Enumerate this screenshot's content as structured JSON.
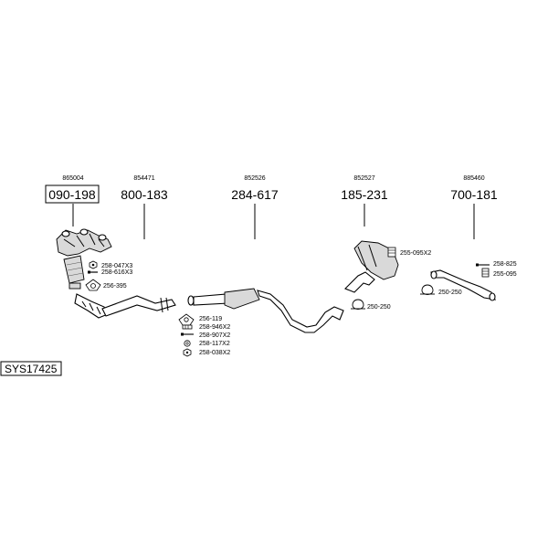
{
  "diagram_code": "SYS17425",
  "assemblies": [
    {
      "ref": "865004",
      "part": "090-198",
      "boxed": true
    },
    {
      "ref": "854471",
      "part": "800-183",
      "boxed": false
    },
    {
      "ref": "852526",
      "part": "284-617",
      "boxed": false
    },
    {
      "ref": "852527",
      "part": "185-231",
      "boxed": false
    },
    {
      "ref": "885460",
      "part": "700-181",
      "boxed": false
    }
  ],
  "accessories": {
    "manifold": [
      "258-047X3",
      "258-616X3",
      "256-395"
    ],
    "front_joint": [
      "256-119",
      "258-946X2",
      "258-907X2",
      "258-117X2",
      "258-038X2"
    ],
    "rear_silencer": [
      "255-095X2",
      "250-250"
    ],
    "tail": [
      "258-825",
      "255-095",
      "250-250"
    ]
  },
  "icons": {
    "nut": "hex-nut-icon",
    "bolt": "bolt-icon",
    "gasket": "gasket-ring-icon",
    "rubber": "rubber-mount-icon",
    "clamp": "clamp-icon",
    "spring": "spring-icon"
  },
  "colors": {
    "line": "#000000",
    "part_fill": "#d9d9d9",
    "background": "#ffffff"
  }
}
